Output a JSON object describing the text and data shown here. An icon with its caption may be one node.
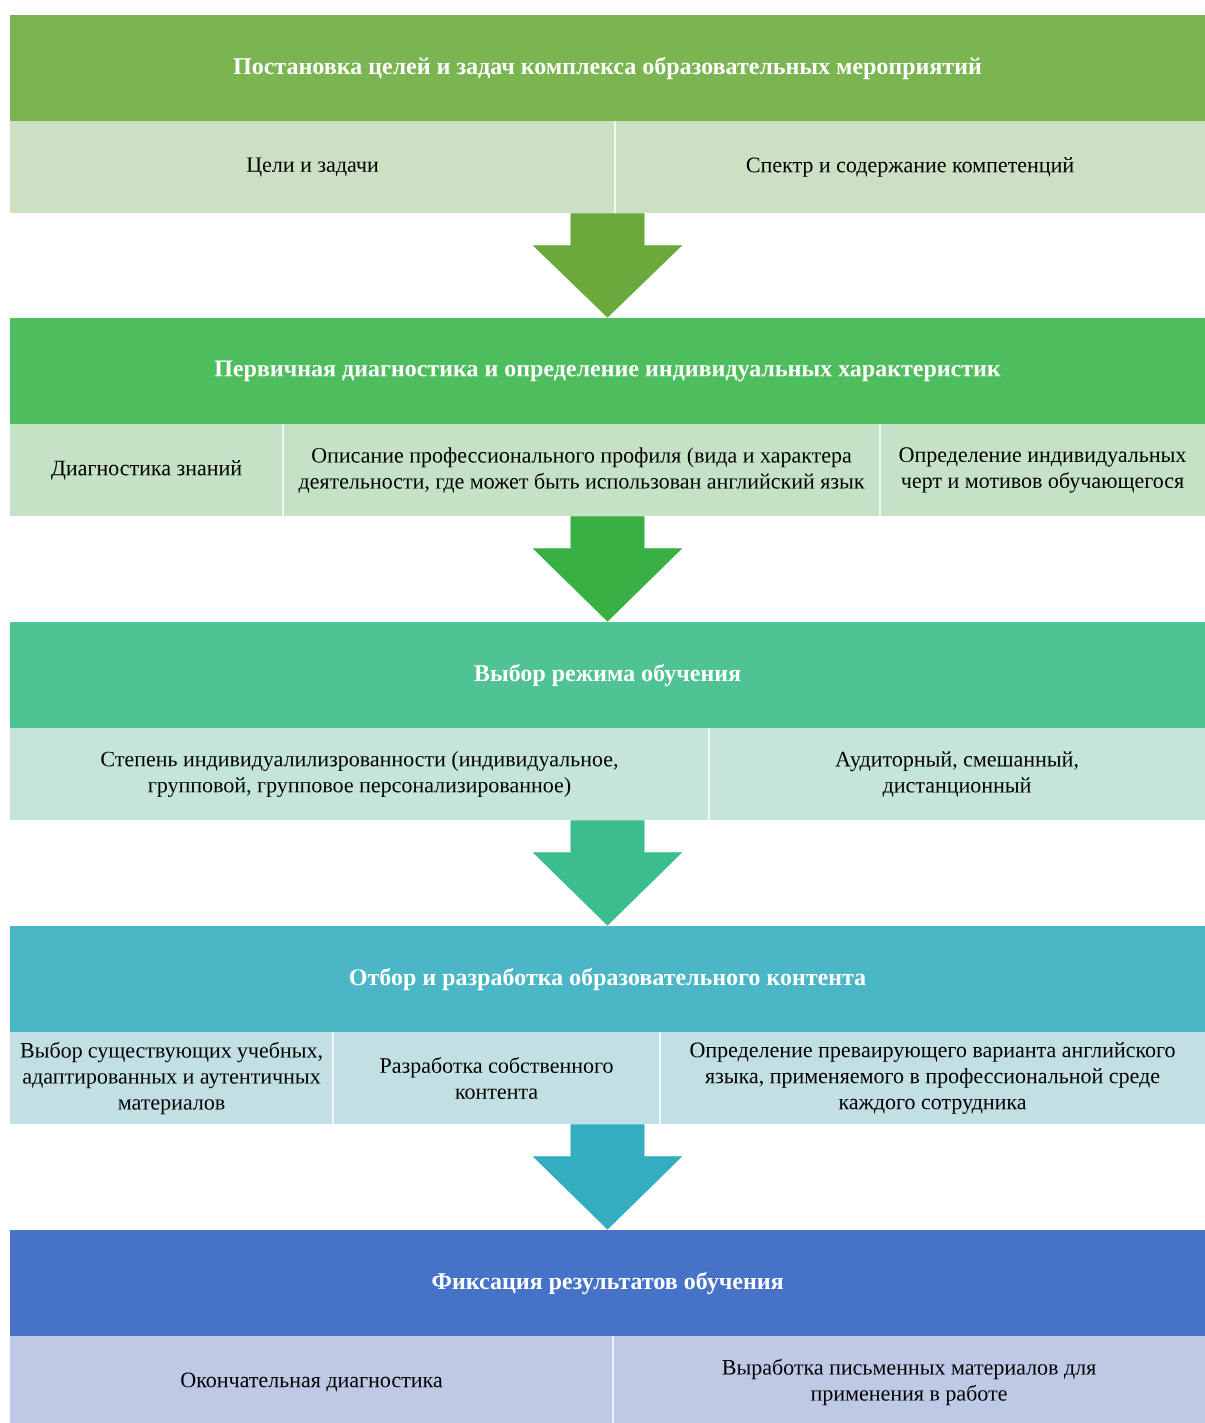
{
  "diagram": {
    "nodes": [
      {
        "text": [
          "Постановка целей и задач комплекса образовательных мероприятий"
        ]
      },
      {
        "text": [
          "Цели и задачи"
        ]
      },
      {
        "text": [
          "Спектр и содержание компетенций"
        ]
      },
      {
        "text": [
          "Первичная диагностика и определение индивидуальных характеристик"
        ]
      },
      {
        "text": [
          "Диагностика знаний"
        ]
      },
      {
        "text": [
          "Описание профессионального профиля (вида и характера деятельности, где может быть использован английский язык"
        ]
      },
      {
        "text": [
          "Определение индивидуальных черт и мотивов обучающегося"
        ]
      },
      {
        "text": [
          "Выбор режима обучения"
        ]
      },
      {
        "text": [
          "Степень индивидуалилизрованности (индивидуальное, групповой, групповое персонализированное)"
        ]
      },
      {
        "text": [
          "Аудиторный, смешанный, дистанционный"
        ]
      },
      {
        "text": [
          "Отбор и разработка образовательного контента"
        ]
      },
      {
        "text": [
          "Выбор существующих учебных, адаптированных и аутентичных материалов"
        ]
      },
      {
        "text": [
          "Разработка собственного контента"
        ]
      },
      {
        "text": [
          "Определение превaирующего варианта английского языка, применяемого в профессиональной среде каждого сотрудника"
        ]
      },
      {
        "text": [
          "Фиксация результатов обучения"
        ]
      },
      {
        "text": [
          "Окончательная диагностика"
        ]
      },
      {
        "text": [
          "Выработка письменных материалов для применения в работе"
        ]
      }
    ],
    "edges": [
      {
        "from": 0,
        "to": 3,
        "arrow": "to",
        "color": "#6aa93c"
      },
      {
        "from": 3,
        "to": 7,
        "arrow": "to",
        "color": "#39b044"
      },
      {
        "from": 7,
        "to": 10,
        "arrow": "to",
        "color": "#3cbd8c"
      },
      {
        "from": 10,
        "to": 14,
        "arrow": "to",
        "color": "#34adc0"
      }
    ]
  }
}
